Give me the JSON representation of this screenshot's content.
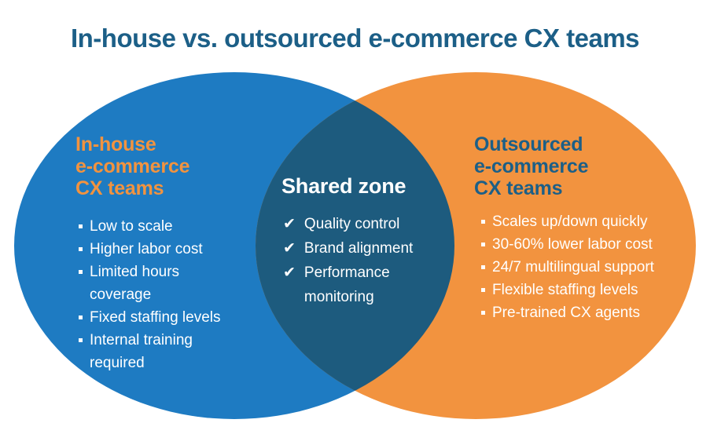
{
  "title": "In-house vs. outsourced e-commerce CX teams",
  "colors": {
    "blue_circle": "#1E7BC2",
    "orange_circle": "#F2933F",
    "overlap_zone": "#1D5B7E",
    "heading_blue": "#1C5F87",
    "heading_orange": "#F2933F",
    "text_white": "#FFFFFF"
  },
  "icons": {
    "check": "✔"
  },
  "left": {
    "heading_lines": [
      "In-house",
      "e-commerce",
      "CX teams"
    ],
    "items": [
      "Low to scale",
      "Higher labor cost",
      "Limited hours coverage",
      "Fixed staffing levels",
      "Internal training required"
    ]
  },
  "center": {
    "heading": "Shared zone",
    "items": [
      "Quality control",
      "Brand alignment",
      "Performance monitoring"
    ]
  },
  "right": {
    "heading_lines": [
      "Outsourced",
      "e-commerce",
      "CX teams"
    ],
    "items": [
      "Scales up/down quickly",
      "30-60% lower labor cost",
      "24/7 multilingual support",
      "Flexible staffing levels",
      "Pre-trained CX agents"
    ]
  }
}
